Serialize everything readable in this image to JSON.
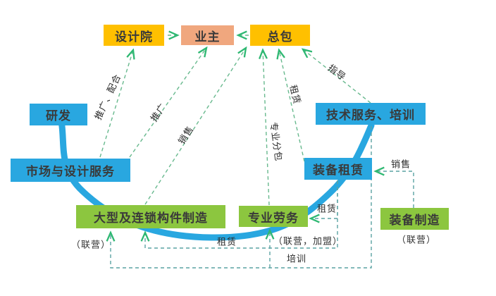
{
  "diagram": {
    "nodes": {
      "design_institute": {
        "label": "设计院"
      },
      "owner": {
        "label": "业主"
      },
      "general_contractor": {
        "label": "总包"
      },
      "rnd": {
        "label": "研发"
      },
      "tech_service_training": {
        "label": "技术服务、培训"
      },
      "market_design_service": {
        "label": "市场与设计服务"
      },
      "equipment_leasing": {
        "label": "装备租赁"
      },
      "component_manufacturing": {
        "label": "大型及连锁构件制造"
      },
      "professional_labor": {
        "label": "专业劳务"
      },
      "equipment_manufacturing": {
        "label": "装备制造"
      }
    },
    "sub_labels": {
      "component_manufacturing": "（联营）",
      "professional_labor": "（联营，加盟）",
      "equipment_manufacturing": "（联营）"
    },
    "edge_labels": {
      "promote_cooperate": "推广、配合",
      "promote": "推广",
      "sales_left": "销售",
      "professional_subcontract": "专业分包",
      "lease_mid": "租赁",
      "guidance": "指导",
      "sales_right": "销售",
      "lease_right": "租赁",
      "lease_bottom": "租赁",
      "training": "培训"
    },
    "colors": {
      "yellow": "#FFC000",
      "salmon": "#F0A77E",
      "blue": "#29A7E0",
      "green": "#8CC63F",
      "dash-green": "#68b98e",
      "dash-teal": "#5aa3a3",
      "arrow-green": "#2eb872",
      "curve-blue": "#29A7E0"
    }
  }
}
